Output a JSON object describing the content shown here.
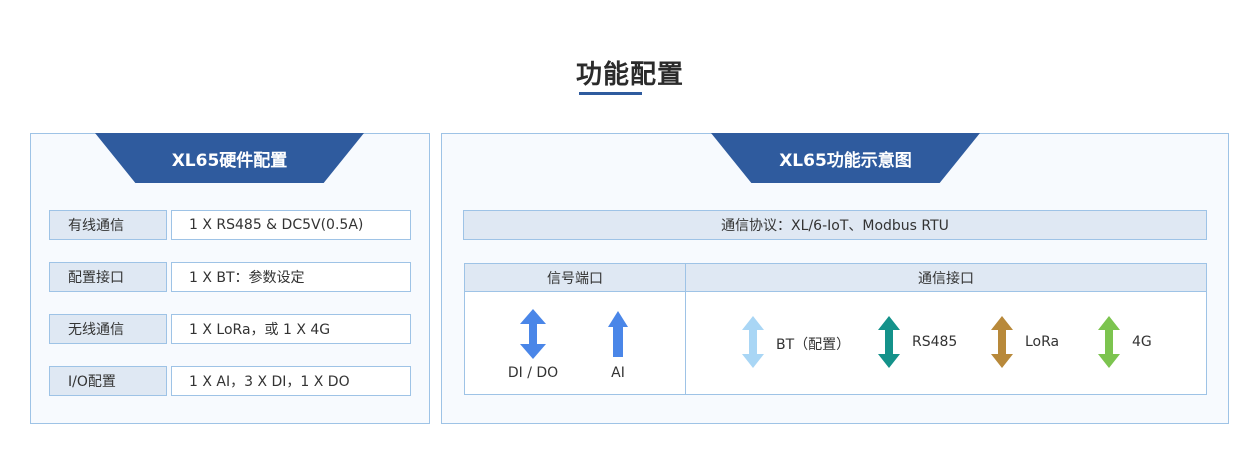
{
  "page": {
    "title": "功能配置"
  },
  "hardware": {
    "banner": "XL65硬件配置",
    "rows": [
      {
        "label": "有线通信",
        "value": "1 X RS485 & DC5V(0.5A)"
      },
      {
        "label": "配置接口",
        "value": "1 X BT：参数设定"
      },
      {
        "label": "无线通信",
        "value": "1 X LoRa，或 1 X 4G"
      },
      {
        "label": "I/O配置",
        "value": "1 X AI，3 X DI，1 X DO"
      }
    ]
  },
  "function": {
    "banner": "XL65功能示意图",
    "protocol": "通信协议：XL/6-IoT、Modbus RTU",
    "ports_header": "信号端口",
    "interfaces_header": "通信接口",
    "ports": [
      {
        "label": "DI / DO",
        "icon": "double-arrow-icon",
        "color": "#4a86e8"
      },
      {
        "label": "AI",
        "icon": "up-arrow-icon",
        "color": "#4a86e8"
      }
    ],
    "interfaces": [
      {
        "label": "BT（配置）",
        "icon": "double-arrow-icon",
        "color": "#a9d6f5"
      },
      {
        "label": "RS485",
        "icon": "double-arrow-icon",
        "color": "#14928a"
      },
      {
        "label": "LoRa",
        "icon": "double-arrow-icon",
        "color": "#b8893a"
      },
      {
        "label": "4G",
        "icon": "double-arrow-icon",
        "color": "#7cc44f"
      }
    ]
  },
  "colors": {
    "accent": "#2f5b9e",
    "border": "#9ec3e6",
    "header_fill": "#dfe8f3",
    "panel_fill": "#f7fafe"
  }
}
